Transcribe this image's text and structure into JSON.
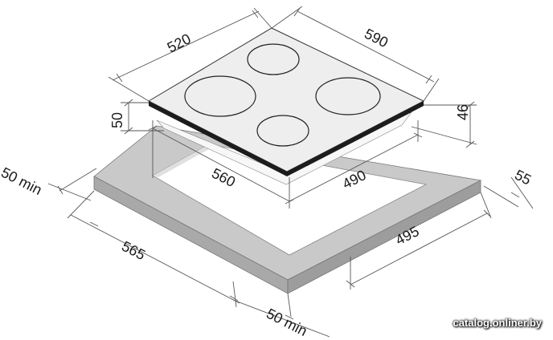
{
  "dimensions": {
    "hob_depth": "520",
    "hob_width": "590",
    "hob_height": "50",
    "built_in_height": "46",
    "cutout_width": "560",
    "cutout_depth": "490",
    "gap_front": "55",
    "side_gap_left": "50 min",
    "side_gap_bottom": "50 min",
    "countertop_depth": "565",
    "countertop_width": "495"
  },
  "watermark": "catalog.onliner.by"
}
